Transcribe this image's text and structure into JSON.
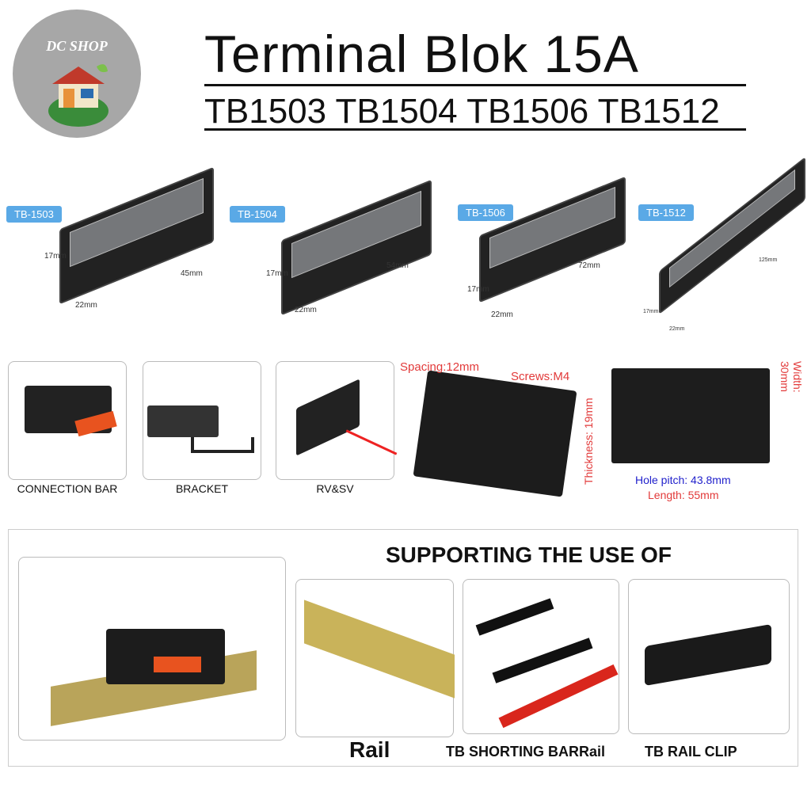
{
  "logo": {
    "text": "DC SHOP"
  },
  "header": {
    "title": "Terminal Blok 15A",
    "subtitle": "TB1503 TB1504 TB1506 TB1512"
  },
  "products": [
    {
      "tag": "TB-1503",
      "height": "17mm",
      "width": "22mm",
      "length": "45mm"
    },
    {
      "tag": "TB-1504",
      "height": "17mm",
      "width": "22mm",
      "length": "54mm"
    },
    {
      "tag": "TB-1506",
      "height": "17mm",
      "width": "22mm",
      "length": "72mm"
    },
    {
      "tag": "TB-1512",
      "height": "17mm",
      "width": "22mm",
      "length": "125mm"
    }
  ],
  "accessories": [
    {
      "label": "CONNECTION BAR"
    },
    {
      "label": "BRACKET"
    },
    {
      "label": "RV&SV"
    }
  ],
  "specs": {
    "spacing": "Spacing:12mm",
    "screws": "Screws:M4",
    "thickness": "Thickness: 19mm",
    "width": "Width: 30mm",
    "hole_pitch": "Hole pitch: 43.8mm",
    "length": "Length: 55mm"
  },
  "supporting": {
    "heading": "SUPPORTING THE USE OF",
    "items": [
      {
        "label": "Rail"
      },
      {
        "label": "TB SHORTING BARRail"
      },
      {
        "label": "TB RAIL CLIP"
      }
    ]
  },
  "colors": {
    "tag": "#5aa9e6",
    "spec_red": "#e23a3a",
    "spec_blue": "#2222cc"
  }
}
